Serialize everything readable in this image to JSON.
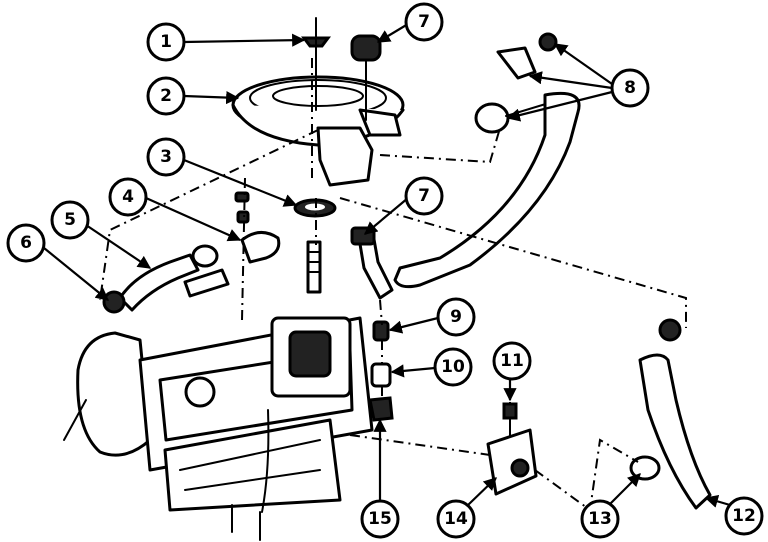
{
  "callouts": [
    {
      "label": "1"
    },
    {
      "label": "2"
    },
    {
      "label": "3"
    },
    {
      "label": "4"
    },
    {
      "label": "5"
    },
    {
      "label": "6"
    },
    {
      "label": "7"
    },
    {
      "label": "7"
    },
    {
      "label": "8"
    },
    {
      "label": "9"
    },
    {
      "label": "10"
    },
    {
      "label": "11"
    },
    {
      "label": "12"
    },
    {
      "label": "13"
    },
    {
      "label": "14"
    },
    {
      "label": "15"
    }
  ]
}
